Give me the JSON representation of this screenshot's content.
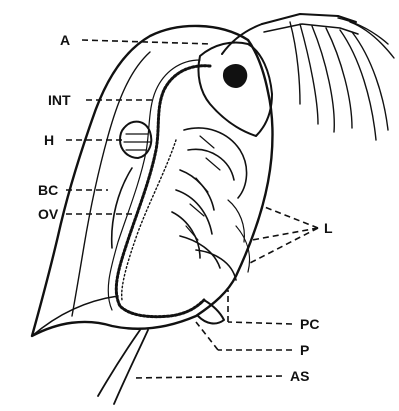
{
  "figure": {
    "labels": {
      "A": "A",
      "INT": "INT",
      "H": "H",
      "BC": "BC",
      "OV": "OV",
      "L": "L",
      "PC": "PC",
      "P": "P",
      "AS": "AS"
    },
    "colors": {
      "ink": "#111111",
      "background": "#ffffff"
    }
  }
}
